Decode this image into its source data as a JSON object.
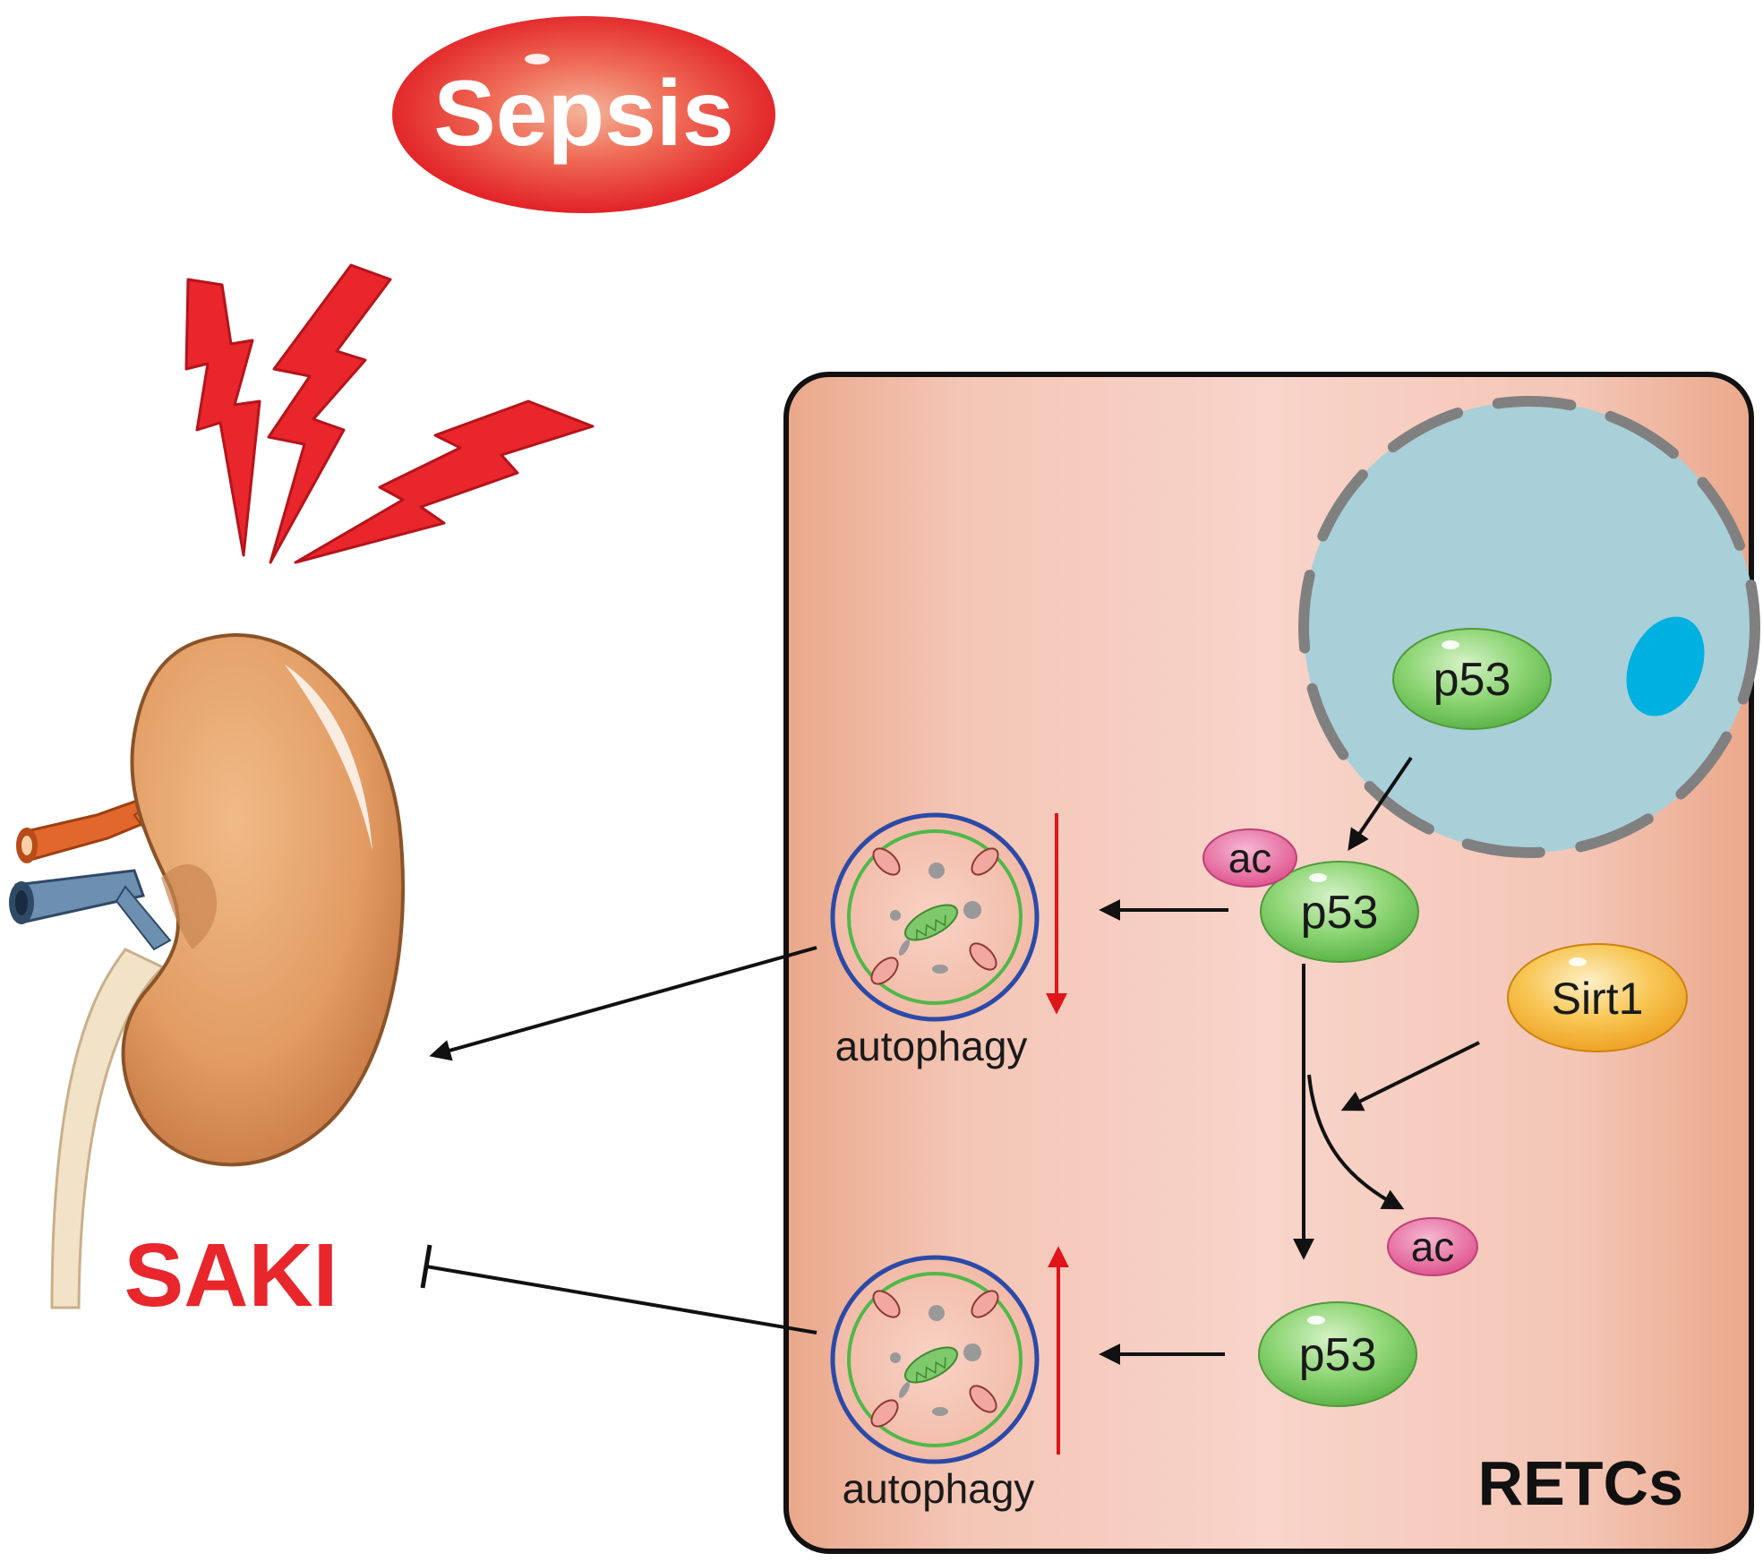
{
  "title": {
    "sepsis": "Sepsis"
  },
  "kidney": {
    "label": "SAKI"
  },
  "cell": {
    "label": "RETCs",
    "nucleus": {
      "protein": "p53"
    },
    "acetylated": {
      "modifier": "ac",
      "protein": "p53"
    },
    "deacetylase": "Sirt1",
    "released_modifier": "ac",
    "deacetylated": {
      "protein": "p53"
    },
    "autophagy_top": {
      "label": "autophagy",
      "direction": "down"
    },
    "autophagy_bottom": {
      "label": "autophagy",
      "direction": "up"
    }
  },
  "colors": {
    "sepsis_red": "#e8262c",
    "lightning": "#e8262c",
    "kidney": "#e2a06a",
    "cell_fill": "#eaa98a",
    "cell_center": "#f7d2c7",
    "nucleus": "#a9cfd8",
    "nucleolus": "#00b0e0",
    "p53": "#82cf6a",
    "ac": "#e66aa2",
    "sirt1": "#f6bb3e",
    "arrow_black": "#111111",
    "arrow_red": "#e0141b",
    "autophagosome_outer": "#2b4aa8",
    "autophagosome_inner": "#4fb84a"
  }
}
